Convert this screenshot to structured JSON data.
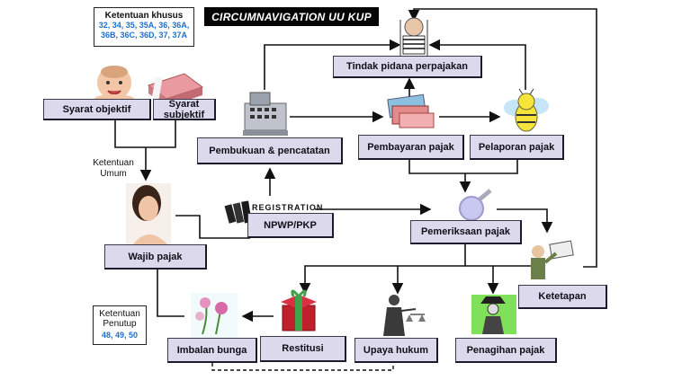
{
  "title": "CIRCUMNAVIGATION UU KUP",
  "notes": {
    "khusus": {
      "title": "Ketentuan khusus",
      "line1": "32, 34, 35, 35A, 36, 36A,",
      "line2": "36B, 36C, 36D, 37, 37A"
    },
    "penutup": {
      "title": "Ketentuan Penutup",
      "numbers": "48, 49, 50"
    }
  },
  "labels": {
    "ketentuan_umum": "Ketentuan Umum",
    "registration": "REGISTRATION"
  },
  "boxes": {
    "syarat_objektif": "Syarat objektif",
    "syarat_subjektif": "Syarat subjektif",
    "pembukuan": "Pembukuan & pencatatan",
    "tindak_pidana": "Tindak pidana perpajakan",
    "pembayaran": "Pembayaran pajak",
    "pelaporan": "Pelaporan pajak",
    "npwp": "NPWP/PKP",
    "wajib_pajak": "Wajib pajak",
    "pemeriksaan": "Pemeriksaan pajak",
    "ketetapan": "Ketetapan",
    "imbalan": "Imbalan bunga",
    "restitusi": "Restitusi",
    "upaya_hukum": "Upaya hukum",
    "penagihan": "Penagihan pajak"
  },
  "icons": [
    "baby-icon",
    "money-bundle-icon",
    "cash-register-icon",
    "prisoner-icon",
    "money-stack-icon",
    "bee-mascot-icon",
    "woman-portrait-icon",
    "books-icon",
    "magnifier-icon",
    "protester-icon",
    "flowers-icon",
    "gift-icon",
    "justice-statue-icon",
    "spy-icon"
  ],
  "colors": {
    "box_fill": "#dcd9ec",
    "title_bg": "#050505",
    "note_numbers": "#1f6fc9",
    "line": "#111111"
  }
}
